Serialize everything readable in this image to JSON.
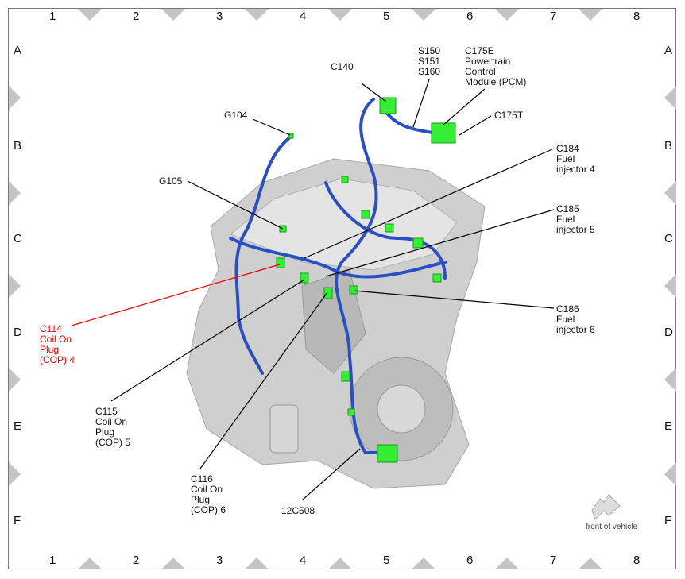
{
  "grid": {
    "columns": [
      "1",
      "2",
      "3",
      "4",
      "5",
      "6",
      "7",
      "8"
    ],
    "rows": [
      "A",
      "B",
      "C",
      "D",
      "E",
      "F"
    ]
  },
  "callouts": {
    "c140": "C140",
    "s150": "S150\nS151\nS160",
    "c175e": "C175E\nPowertrain\nControl\nModule (PCM)",
    "c175t": "C175T",
    "g104": "G104",
    "g105": "G105",
    "c184": "C184\nFuel\ninjector 4",
    "c185": "C185\nFuel\ninjector 5",
    "c186": "C186\nFuel\ninjector 6",
    "c114": "C114\nCoil On\nPlug\n(COP) 4",
    "c115": "C115\nCoil On\nPlug\n(COP) 5",
    "c116": "C116\nCoil On\nPlug\n(COP) 6",
    "c12c508": "12C508"
  },
  "front_of_vehicle": "front of vehicle",
  "colors": {
    "highlight": "#e00000",
    "harness": "#2a4fc0",
    "connector": "#33ee33",
    "engine": "#c8c8c8"
  },
  "icons": {
    "direction": "arrow-down-left-icon"
  }
}
